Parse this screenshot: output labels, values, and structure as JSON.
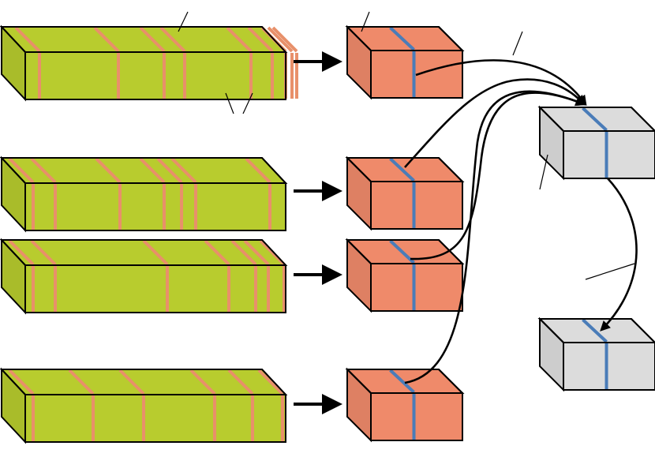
{
  "colors": {
    "long_block": "#b8cc2e",
    "long_block_band": "#e8906a",
    "block": "#ef8a6a",
    "block_band": "#4a7cb8",
    "result_block": "#dcdcdc",
    "result_band": "#4a7cb8",
    "outline": "#000000",
    "arrow": "#000000"
  },
  "icons": {
    "arrow": "right-arrow-icon"
  },
  "rows": [
    {
      "name": "row-1",
      "band_count": 9
    },
    {
      "name": "row-2",
      "band_count": 7
    },
    {
      "name": "row-3",
      "band_count": 7
    },
    {
      "name": "row-4",
      "band_count": 6
    }
  ],
  "blocks": [
    {
      "name": "block-1"
    },
    {
      "name": "block-2"
    },
    {
      "name": "block-3"
    },
    {
      "name": "block-4"
    }
  ],
  "results": [
    {
      "name": "result-block-1"
    },
    {
      "name": "result-block-2"
    }
  ]
}
